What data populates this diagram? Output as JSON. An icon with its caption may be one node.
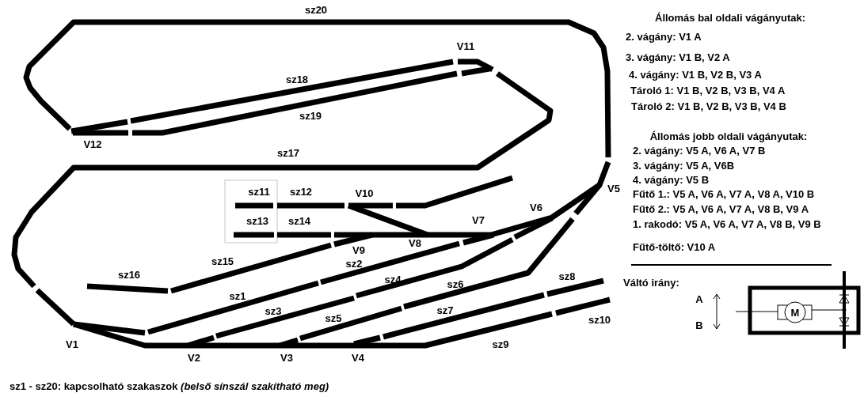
{
  "diagram": {
    "caption": "sz1 - sz20: kapcsolható szakaszok *(belső sínszál szakítható meg)*",
    "labels": [
      "sz20",
      "V11",
      "sz18",
      "sz19",
      "V12",
      "sz17",
      "sz11",
      "sz12",
      "V10",
      "V5",
      "V6",
      "sz13",
      "sz14",
      "V7",
      "V8",
      "V9",
      "sz15",
      "sz2",
      "sz16",
      "sz4",
      "sz8",
      "sz6",
      "sz1",
      "sz3",
      "sz7",
      "sz5",
      "sz10",
      "V1",
      "sz9",
      "V2",
      "V3",
      "V4",
      "Állomás bal oldali vágányutak:",
      "2. vágány: V1 A",
      "3. vágány: V1 B, V2 A",
      "4. vágány: V1 B, V2 B, V3 A",
      "Tároló 1: V1 B, V2 B, V3 B, V4 A",
      "Tároló 2: V1 B, V2 B, V3 B, V4 B",
      "Állomás jobb oldali vágányutak:",
      "2. vágány: V5 A, V6 A, V7 B",
      "3. vágány: V5 A, V6B",
      "4. vágány: V5 B",
      "Fűtő 1.: V5 A, V6 A, V7 A, V8 A, V10 B",
      "Fűtő 2.: V5 A, V6 A, V7 A, V8 B, V9 A",
      "1. rakodó: V5 A, V6 A, V7 A, V8 B, V9 B",
      "Fűtő-töltő: V10 A",
      "Váltó irány:",
      "A",
      "B",
      "M"
    ]
  }
}
